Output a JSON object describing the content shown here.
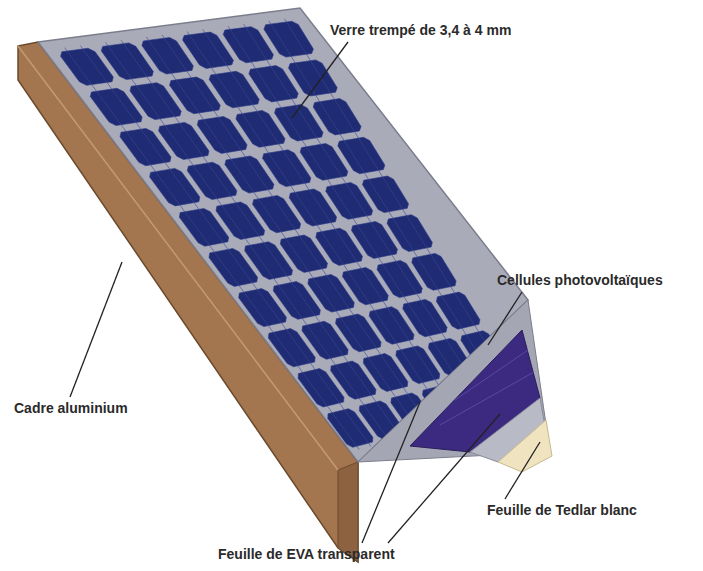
{
  "diagram": {
    "labels": [
      "Verre trempé de 3,4 à 4 mm",
      "Cellules photovoltaïques",
      "Cadre aluminium",
      "Feuille de Tedlar blanc",
      "Feuille de EVA transparent"
    ]
  }
}
